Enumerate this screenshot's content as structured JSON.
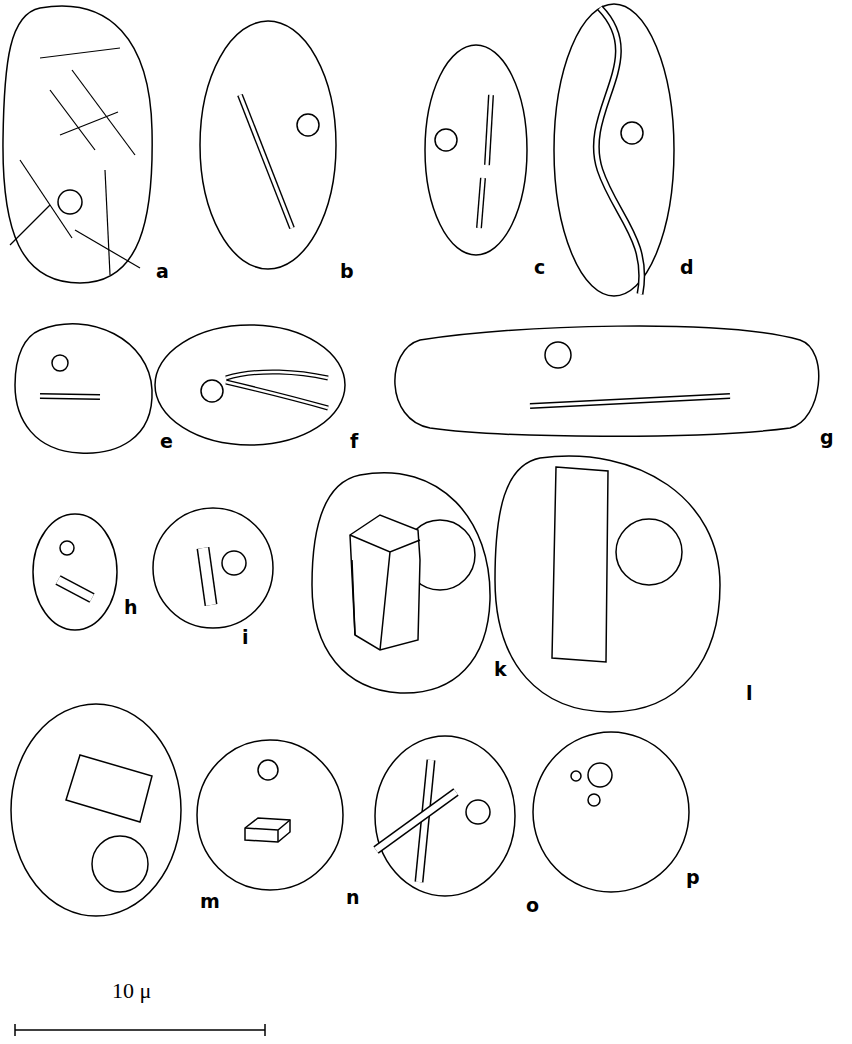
{
  "diagram": {
    "labels": [
      "a",
      "b",
      "c",
      "d",
      "e",
      "f",
      "g",
      "h",
      "i",
      "k",
      "l",
      "m",
      "n",
      "o",
      "p",
      "10 μ"
    ]
  }
}
